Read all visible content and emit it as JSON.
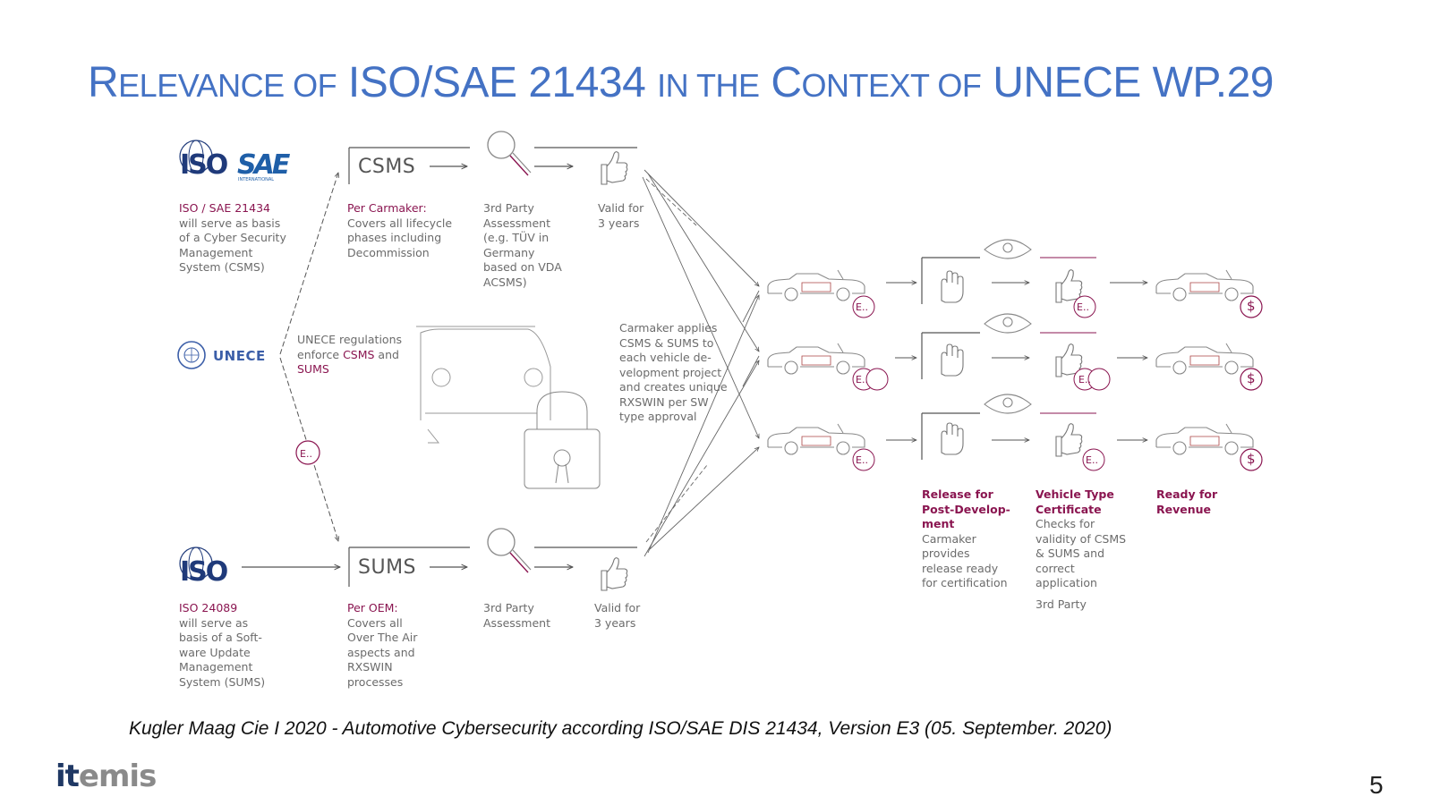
{
  "title": {
    "part1_cap": "R",
    "part1_rest": "ELEVANCE OF",
    "part2": "ISO/SAE 21434",
    "part3": "IN THE",
    "part4_cap": "C",
    "part4_rest": "ONTEXT OF",
    "part5": "UNECE WP.29"
  },
  "logos": {
    "iso_top": "ISO",
    "sae": "SAE",
    "sae_sub": "INTERNATIONAL",
    "unece": "UNECE",
    "iso_bottom": "ISO"
  },
  "left_column": {
    "iso21434": [
      "ISO / SAE 21434",
      "will serve as basis",
      "of a Cyber Security",
      "Management",
      "System (CSMS)"
    ],
    "unece": [
      "UNECE regulations",
      "enforce ",
      "CSMS",
      " and",
      "SUMS"
    ],
    "iso24089": [
      "ISO 24089",
      "will serve as",
      "basis of a Soft-",
      "ware Update",
      "Management",
      "System (SUMS)"
    ]
  },
  "csms": {
    "label": "CSMS",
    "desc": [
      "Per Carmaker:",
      "Covers all lifecycle",
      "phases including",
      "Decommission"
    ],
    "assessment": [
      "3rd Party",
      "Assessment",
      "(e.g. TÜV in",
      "Germany",
      "based on VDA",
      "ACSMS)"
    ],
    "valid": [
      "Valid for",
      "3 years"
    ]
  },
  "sums": {
    "label": "SUMS",
    "desc": [
      "Per OEM:",
      "Covers all",
      "Over The Air",
      "aspects and",
      "RXSWIN",
      "processes"
    ],
    "assessment": [
      "3rd Party",
      "Assessment"
    ],
    "valid": [
      "Valid for",
      "3 years"
    ]
  },
  "carmaker": [
    "Carmaker applies",
    "CSMS & SUMS to",
    "each vehicle de-",
    "velopment project",
    "and creates unique",
    "RXSWIN per SW",
    "type approval"
  ],
  "release": [
    "Release for",
    "Post-Develop-",
    "ment",
    "Carmaker",
    "provides",
    "release ready",
    "for certification"
  ],
  "vehicle_type": [
    "Vehicle Type",
    "Certificate",
    "Checks for",
    "validity of CSMS",
    "& SUMS and",
    "correct",
    "application",
    "3rd Party"
  ],
  "ready": [
    "Ready for",
    "Revenue"
  ],
  "badges": {
    "e_mark": "E..",
    "dollar": "$"
  },
  "caption": "Kugler Maag Cie I 2020 - Automotive Cybersecurity according ISO/SAE DIS 21434, Version E3 (05. September. 2020)",
  "footer": {
    "logo_it": "it",
    "logo_emis": "emis",
    "page": "5"
  },
  "colors": {
    "title": "#4472c4",
    "accent": "#8a1550",
    "line": "#555555"
  }
}
